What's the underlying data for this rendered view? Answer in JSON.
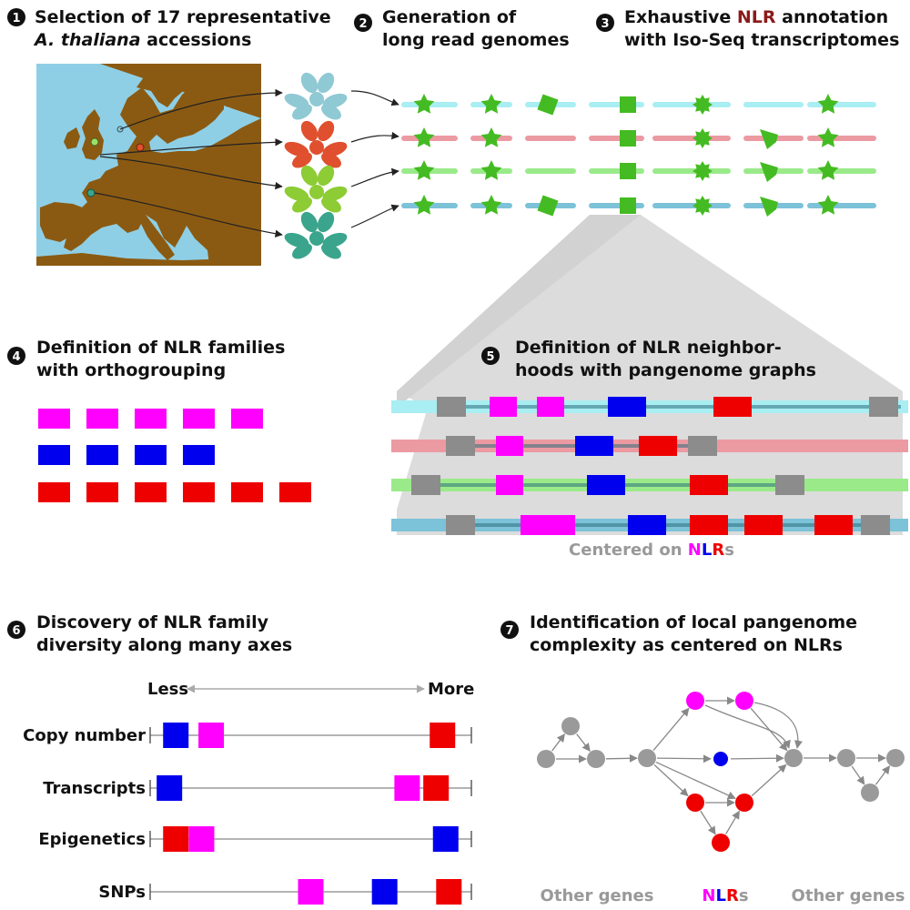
{
  "colors": {
    "magenta": "#ff00ff",
    "blue": "#0000ee",
    "red": "#ee0000",
    "gene_green": "#44bb22",
    "gray_gene": "#8c8c8c",
    "graph_gray": "#9a9a9a",
    "nlr_red_word": "#8b1a1a",
    "caption_gray": "#999999",
    "sea": "#8ecfe6",
    "land": "#8b5a12",
    "track_cyan": "#a8eef2",
    "track_pink": "#ec9aa2",
    "track_green": "#9aea8a",
    "track_blue": "#7cc2d8",
    "plant_1": "#8fc9d4",
    "plant_2": "#e0502e",
    "plant_3": "#8dcc34",
    "plant_4": "#3aa58c"
  },
  "steps": [
    {
      "num": "1",
      "line1": "Selection of 17 representative",
      "line2_italic": "A. thaliana",
      "line2_rest": " accessions"
    },
    {
      "num": "2",
      "line1": "Generation of",
      "line2": "long read genomes"
    },
    {
      "num": "3",
      "line1_pre": "Exhaustive ",
      "line1_nlr": "NLR",
      "line1_post": " annotation",
      "line2": "with Iso-Seq transcriptomes"
    },
    {
      "num": "4",
      "line1": "Definition of NLR families",
      "line2": "with orthogrouping"
    },
    {
      "num": "5",
      "line1": "Definition of NLR neighbor-",
      "line2": "hoods with pangenome graphs"
    },
    {
      "num": "6",
      "line1": "Discovery of NLR family",
      "line2": "diversity along many axes"
    },
    {
      "num": "7",
      "line1": "Identification of local pangenome",
      "line2": "complexity as centered on NLRs"
    }
  ],
  "centered_caption": {
    "pre": "Centered on ",
    "n": "N",
    "l": "L",
    "r": "R",
    "post": "s"
  },
  "axes": {
    "less": "Less",
    "more": "More",
    "rows": [
      {
        "label": "Copy number",
        "marks": [
          {
            "c": "blue",
            "p": 0.08
          },
          {
            "c": "magenta",
            "p": 0.19
          },
          {
            "c": "red",
            "p": 0.91
          }
        ]
      },
      {
        "label": "Transcripts",
        "marks": [
          {
            "c": "blue",
            "p": 0.06
          },
          {
            "c": "magenta",
            "p": 0.8
          },
          {
            "c": "red",
            "p": 0.89
          }
        ]
      },
      {
        "label": "Epigenetics",
        "marks": [
          {
            "c": "red",
            "p": 0.08
          },
          {
            "c": "magenta",
            "p": 0.16
          },
          {
            "c": "blue",
            "p": 0.92
          }
        ]
      },
      {
        "label": "SNPs",
        "marks": [
          {
            "c": "magenta",
            "p": 0.5
          },
          {
            "c": "blue",
            "p": 0.73
          },
          {
            "c": "red",
            "p": 0.93
          }
        ]
      }
    ]
  },
  "graph_caption": {
    "other_left": "Other genes",
    "nlr_n": "N",
    "nlr_l": "L",
    "nlr_r": "R",
    "nlr_s": "s",
    "other_right": "Other genes"
  }
}
